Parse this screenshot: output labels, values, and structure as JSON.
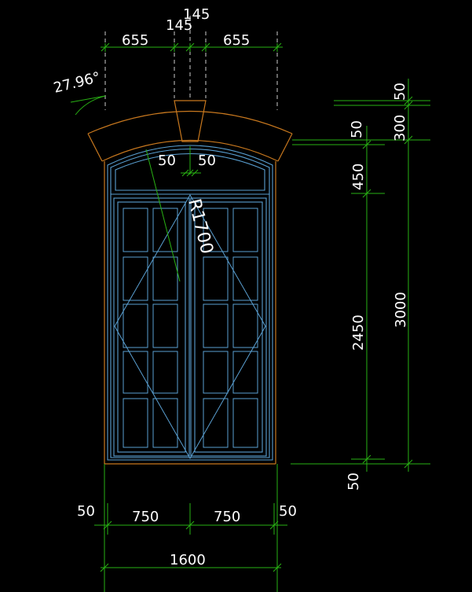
{
  "colors": {
    "background": "#000000",
    "dimension": "#29b214",
    "outline": "#c8781e",
    "window": "#5aa0d2",
    "text": "#ffffff",
    "centerline": "#cccccc"
  },
  "labels": {
    "top_left_655": "655",
    "top_145_a": "145",
    "top_145_b": "145",
    "top_right_655": "655",
    "angle": "27.96°",
    "radius": "R1700",
    "arch_left_50": "50",
    "arch_right_50": "50",
    "right_50_top": "50",
    "right_50_mid": "50",
    "right_300": "300",
    "right_450": "450",
    "right_2450": "2450",
    "right_3000": "3000",
    "right_50_bottom": "50",
    "bottom_50_left": "50",
    "bottom_750_left": "750",
    "bottom_750_right": "750",
    "bottom_50_right": "50",
    "bottom_1600": "1600"
  }
}
